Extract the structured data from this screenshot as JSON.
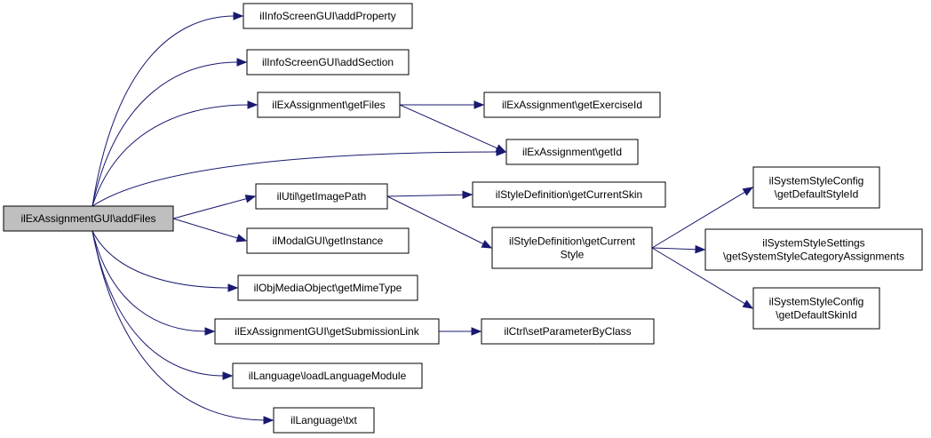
{
  "colors": {
    "edge": "#191970",
    "node_fill": "#ffffff",
    "root_fill": "#bfbfbf",
    "node_border": "#000000"
  },
  "nodes": [
    {
      "id": "root",
      "lines": [
        "ilExAssignmentGUI\\addFiles"
      ],
      "root": true
    },
    {
      "id": "addProperty",
      "lines": [
        "ilInfoScreenGUI\\addProperty"
      ]
    },
    {
      "id": "addSection",
      "lines": [
        "ilInfoScreenGUI\\addSection"
      ]
    },
    {
      "id": "getFiles",
      "lines": [
        "ilExAssignment\\getFiles"
      ]
    },
    {
      "id": "getExerciseId",
      "lines": [
        "ilExAssignment\\getExerciseId"
      ]
    },
    {
      "id": "getId",
      "lines": [
        "ilExAssignment\\getId"
      ]
    },
    {
      "id": "getImagePath",
      "lines": [
        "ilUtil\\getImagePath"
      ]
    },
    {
      "id": "getCurrentSkin",
      "lines": [
        "ilStyleDefinition\\getCurrentSkin"
      ]
    },
    {
      "id": "getCurrentStyle",
      "lines": [
        "ilStyleDefinition\\getCurrent",
        "Style"
      ]
    },
    {
      "id": "getDefaultStyleId",
      "lines": [
        "ilSystemStyleConfig",
        "\\getDefaultStyleId"
      ]
    },
    {
      "id": "getSystemStyleCategoryAssignments",
      "lines": [
        "ilSystemStyleSettings",
        "\\getSystemStyleCategoryAssignments"
      ]
    },
    {
      "id": "getDefaultSkinId",
      "lines": [
        "ilSystemStyleConfig",
        "\\getDefaultSkinId"
      ]
    },
    {
      "id": "getInstance",
      "lines": [
        "ilModalGUI\\getInstance"
      ]
    },
    {
      "id": "getMimeType",
      "lines": [
        "ilObjMediaObject\\getMimeType"
      ]
    },
    {
      "id": "getSubmissionLink",
      "lines": [
        "ilExAssignmentGUI\\getSubmissionLink"
      ]
    },
    {
      "id": "setParameterByClass",
      "lines": [
        "ilCtrl\\setParameterByClass"
      ]
    },
    {
      "id": "loadLanguageModule",
      "lines": [
        "ilLanguage\\loadLanguageModule"
      ]
    },
    {
      "id": "txt",
      "lines": [
        "ilLanguage\\txt"
      ]
    }
  ],
  "edges": [
    {
      "from": "root",
      "to": "addProperty"
    },
    {
      "from": "root",
      "to": "addSection"
    },
    {
      "from": "root",
      "to": "getFiles"
    },
    {
      "from": "root",
      "to": "getId"
    },
    {
      "from": "root",
      "to": "getImagePath"
    },
    {
      "from": "root",
      "to": "getInstance"
    },
    {
      "from": "root",
      "to": "getMimeType"
    },
    {
      "from": "root",
      "to": "getSubmissionLink"
    },
    {
      "from": "root",
      "to": "loadLanguageModule"
    },
    {
      "from": "root",
      "to": "txt"
    },
    {
      "from": "getFiles",
      "to": "getExerciseId"
    },
    {
      "from": "getFiles",
      "to": "getId"
    },
    {
      "from": "getImagePath",
      "to": "getCurrentSkin"
    },
    {
      "from": "getImagePath",
      "to": "getCurrentStyle"
    },
    {
      "from": "getCurrentStyle",
      "to": "getDefaultStyleId"
    },
    {
      "from": "getCurrentStyle",
      "to": "getSystemStyleCategoryAssignments"
    },
    {
      "from": "getCurrentStyle",
      "to": "getDefaultSkinId"
    },
    {
      "from": "getSubmissionLink",
      "to": "setParameterByClass"
    }
  ]
}
